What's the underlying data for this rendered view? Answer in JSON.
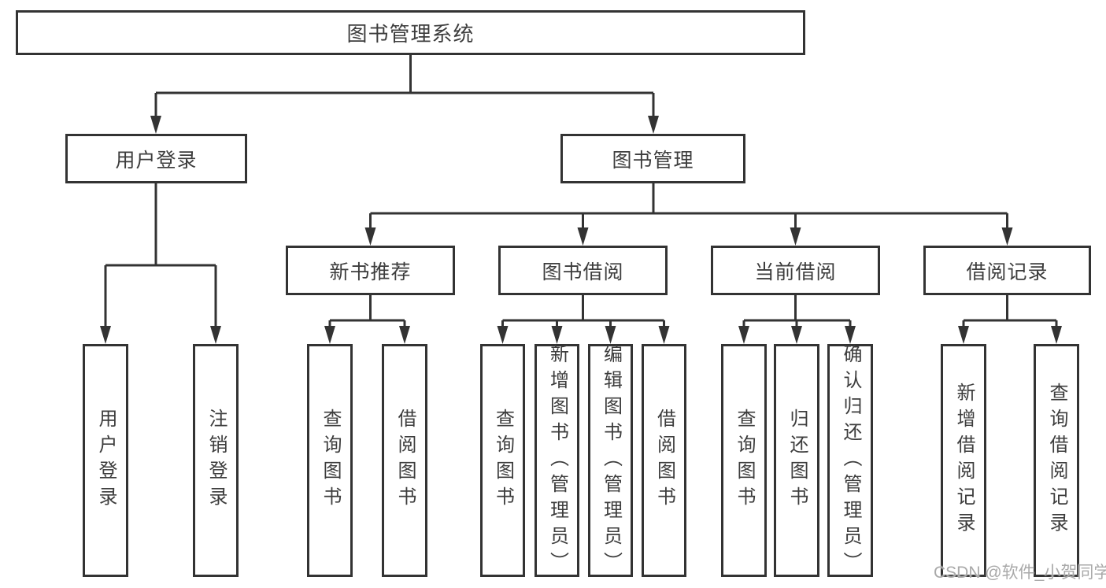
{
  "diagram": {
    "root": {
      "label": "图书管理系统"
    },
    "user_login": {
      "label": "用户登录",
      "children": [
        "用户登录",
        "注销登录"
      ]
    },
    "book_mgmt": {
      "label": "图书管理",
      "sections": [
        {
          "label": "新书推荐",
          "children": [
            "查询图书",
            "借阅图书"
          ]
        },
        {
          "label": "图书借阅",
          "children": [
            "查询图书",
            "新增图书（管理员）",
            "编辑图书（管理员）",
            "借阅图书"
          ]
        },
        {
          "label": "当前借阅",
          "children": [
            "查询图书",
            "归还图书",
            "确认归还（管理员）"
          ]
        },
        {
          "label": "借阅记录",
          "children": [
            "新增借阅记录",
            "查询借阅记录"
          ]
        }
      ]
    }
  },
  "watermark": "CSDN @软件_小贺同学",
  "colors": {
    "line": "#333333",
    "text": "#3d3d3d",
    "box_background": "#ffffff",
    "watermark": "#a9a9a9",
    "page_background": "#ffffff"
  }
}
